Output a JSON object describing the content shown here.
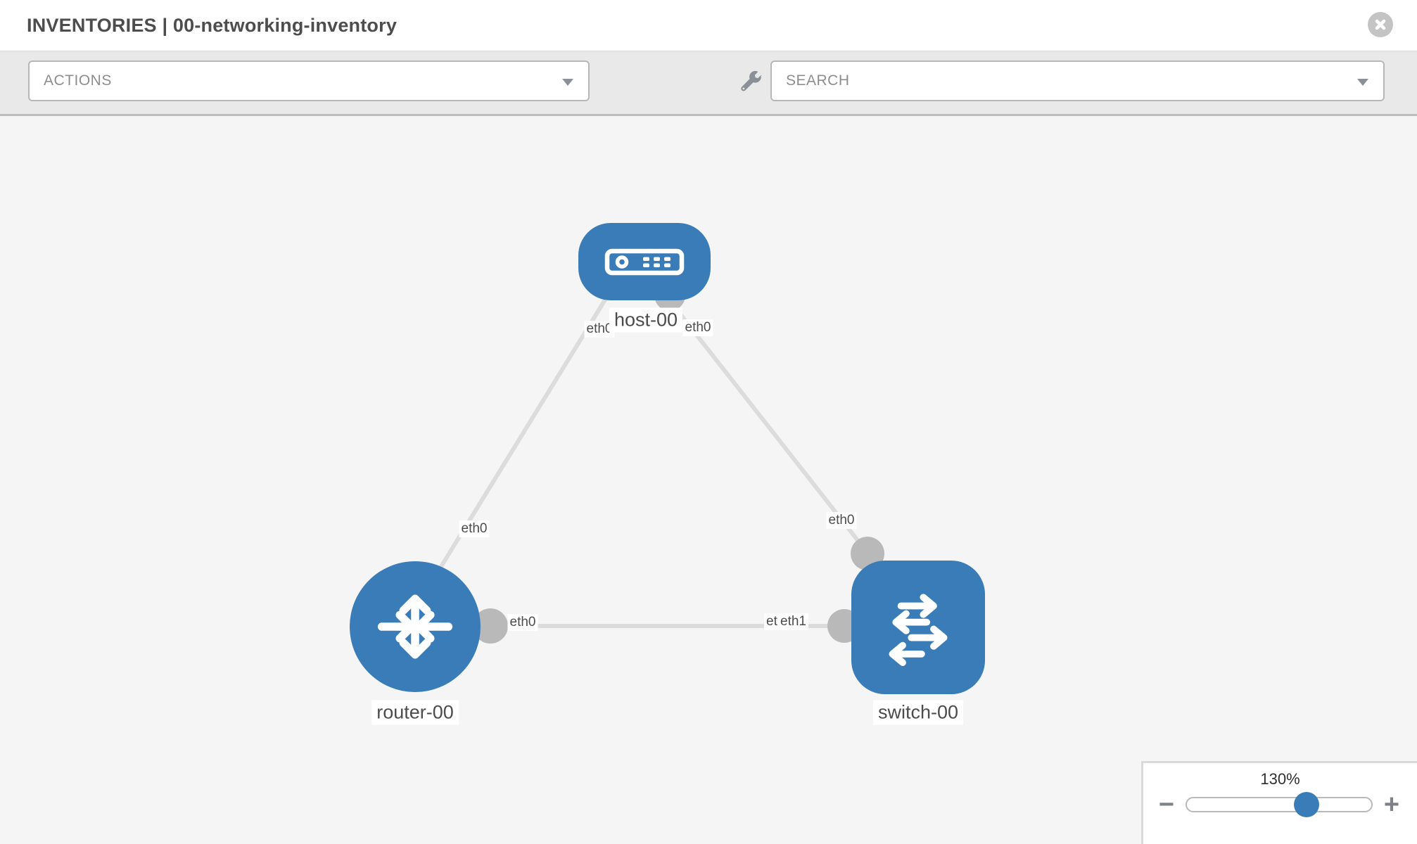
{
  "header": {
    "title": "INVENTORIES | 00-networking-inventory"
  },
  "toolbar": {
    "actions_label": "ACTIONS",
    "search_label": "SEARCH"
  },
  "canvas": {
    "nodes": [
      {
        "id": "host-00",
        "type": "host",
        "label": "host-00"
      },
      {
        "id": "router-00",
        "type": "router",
        "label": "router-00"
      },
      {
        "id": "switch-00",
        "type": "switch",
        "label": "switch-00"
      }
    ],
    "links": [
      {
        "from": "host-00",
        "from_interface": "eth0",
        "to": "router-00",
        "to_interface": "eth0"
      },
      {
        "from": "host-00",
        "from_interface": "eth0",
        "to": "switch-00",
        "to_interface": "eth0"
      },
      {
        "from": "router-00",
        "from_interface": "eth0",
        "to": "switch-00",
        "to_interface": "eth1"
      }
    ],
    "interface_labels": {
      "host_end_left": "eth0",
      "host_end_right": "eth0",
      "router_upper_end": "eth0",
      "switch_upper_end": "eth0",
      "router_horizontal_end": "eth0",
      "switch_horizontal_end_under": "eth0",
      "switch_horizontal_end_over": "eth1"
    }
  },
  "zoom_control": {
    "value": "130%",
    "zoom_out": "−",
    "zoom_in": "+"
  },
  "colors": {
    "node_blue": "#3a7cb8",
    "link_gray": "#dcdcdc",
    "connector_gray": "#b9b9b9",
    "canvas_bg": "#f5f5f5",
    "toolbar_bg": "#e9e9e9"
  }
}
